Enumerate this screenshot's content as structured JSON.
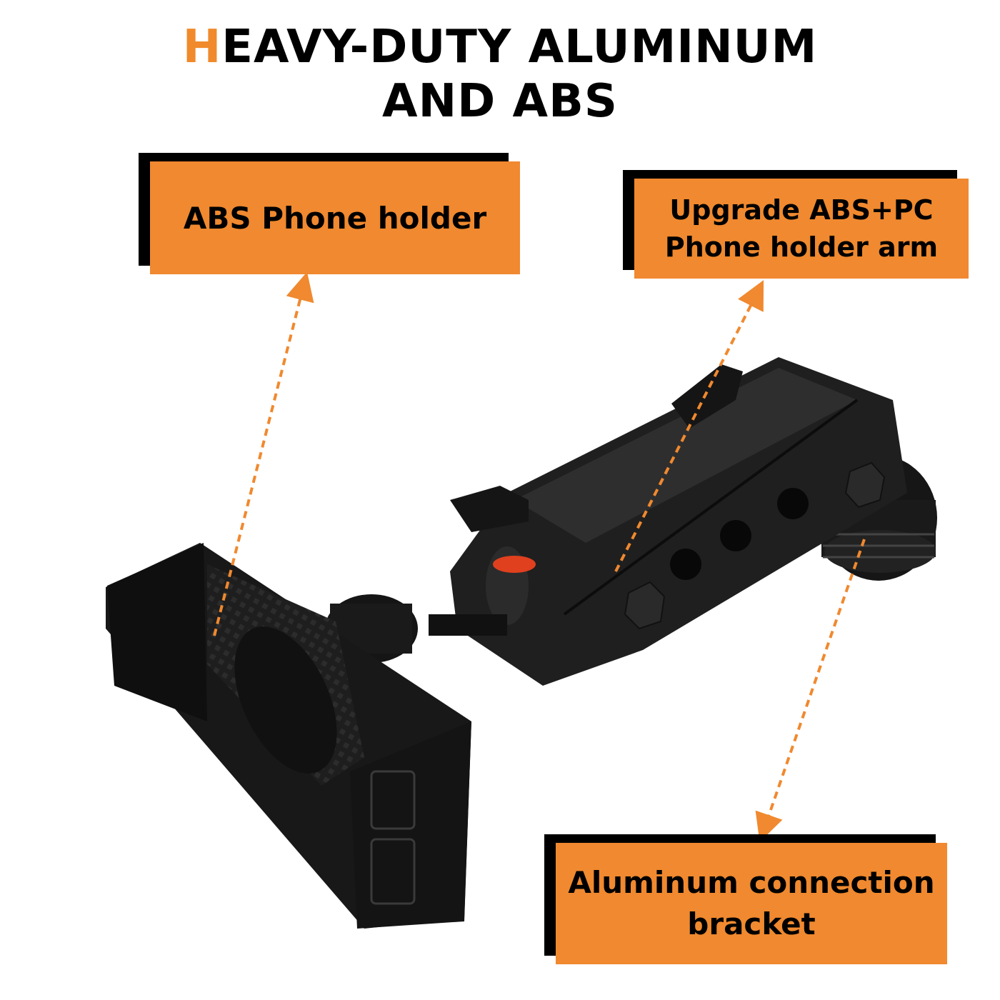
{
  "title": {
    "accent_letter": "H",
    "line1_rest": "EAVY-DUTY ALUMINUM",
    "line2": "AND ABS"
  },
  "labels": {
    "phone_holder": "ABS Phone holder",
    "arm_line1": "Upgrade ABS+PC",
    "arm_line2": "Phone holder arm",
    "bracket_line1": "Aluminum connection",
    "bracket_line2": "bracket"
  },
  "colors": {
    "accent": "#f08a2c",
    "label_bg": "#f0892f",
    "shadow": "#000000",
    "product": "#1c1c1c"
  }
}
